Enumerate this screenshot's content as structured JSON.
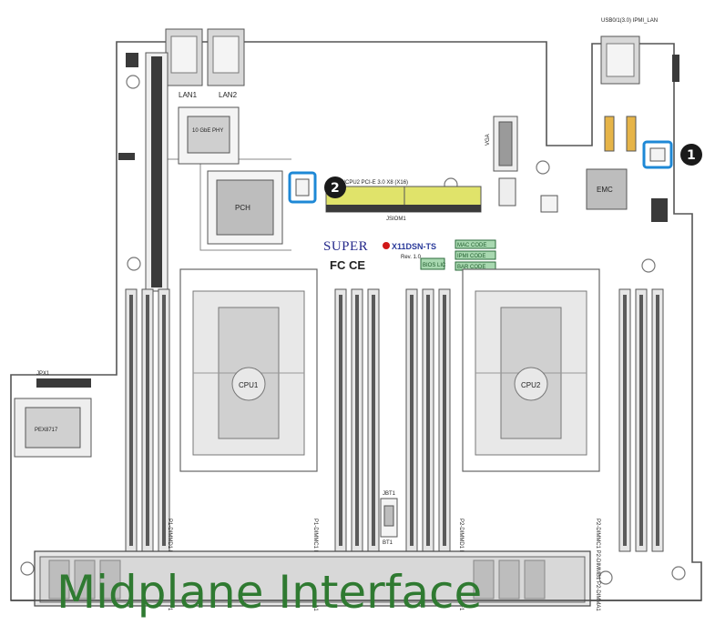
{
  "labels": {
    "lan1": "LAN1",
    "lan2": "LAN2",
    "phy": "10 GbE PHY",
    "pch": "PCH",
    "emc": "EMC",
    "vga": "VGA",
    "cpu1": "CPU1",
    "cpu2": "CPU2",
    "pex": "PEX8717",
    "jpx1": "JPX1",
    "slot": "SIOM/CPU2 PCI-E 3.0 X8 (X16)",
    "usb_top": "USB0/1(3.0) IPMI_LAN",
    "jsiom": "JSIOM1",
    "brand": "SUPER",
    "model": "X11DSN-TS",
    "rev": "Rev. 1.0",
    "fcc": "FC CE",
    "mac": "MAC CODE",
    "ipmi": "IPMI CODE",
    "bios": "BIOS LIC",
    "bar": "BAR CODE",
    "jbt1": "JBT1",
    "bt1": "BT1",
    "dimm_left": "P1-DIMMD1 P1-DIMME1 P1-DIMMF1",
    "dimm_mid": "P1-DIMMC1 P1-DIMMB1 P1-DIMMA1",
    "dimm_mid2": "P2-DIMMD1 P2-DIMME1 P2-DIMMF1",
    "dimm_right": "P2-DIMMC1 P2-DIMMB1 P2-DIMMA1",
    "midplane": "Midplane Interface"
  },
  "callouts": [
    {
      "number": "1"
    },
    {
      "number": "2"
    }
  ],
  "colors": {
    "board_outline": "#555555",
    "callout_box": "#1e88d6",
    "slot_fill": "#e0e36a",
    "sata_fill": "#e6b448",
    "midplane_text": "#2f7a31",
    "brand_blue": "#24288a",
    "brand_red": "#d01818"
  }
}
